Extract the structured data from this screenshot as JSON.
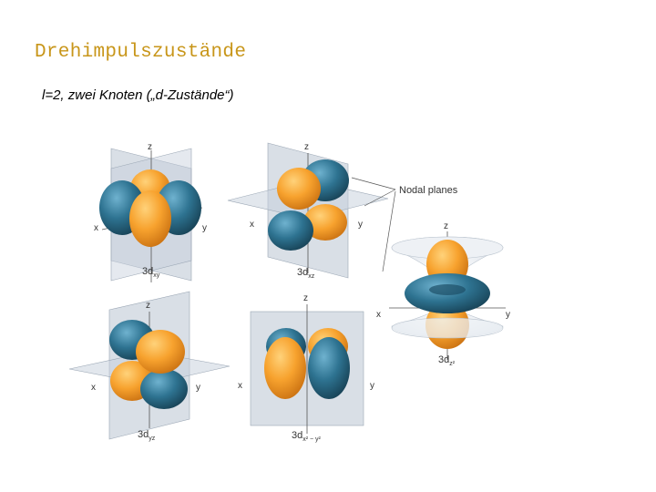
{
  "slide": {
    "title": "Drehimpulszustände",
    "subtitle": "l=2, zwei Knoten („d-Zustände“)"
  },
  "figure": {
    "nodal_planes_label": "Nodal planes",
    "axes": {
      "x": "x",
      "y": "y",
      "z": "z"
    },
    "orbitals": [
      {
        "id": "dxy",
        "main": "3d",
        "sub": "xy"
      },
      {
        "id": "dxz",
        "main": "3d",
        "sub": "xz"
      },
      {
        "id": "dz2",
        "main": "3d",
        "sub": "z²"
      },
      {
        "id": "dyz",
        "main": "3d",
        "sub": "yz"
      },
      {
        "id": "dx2y2",
        "main": "3d",
        "sub": "x² − y²"
      }
    ]
  },
  "colors": {
    "title": "#c8961a",
    "orange_lobe": "#f29a26",
    "blue_lobe": "#2e7391",
    "plane": "#b9c4d2"
  }
}
